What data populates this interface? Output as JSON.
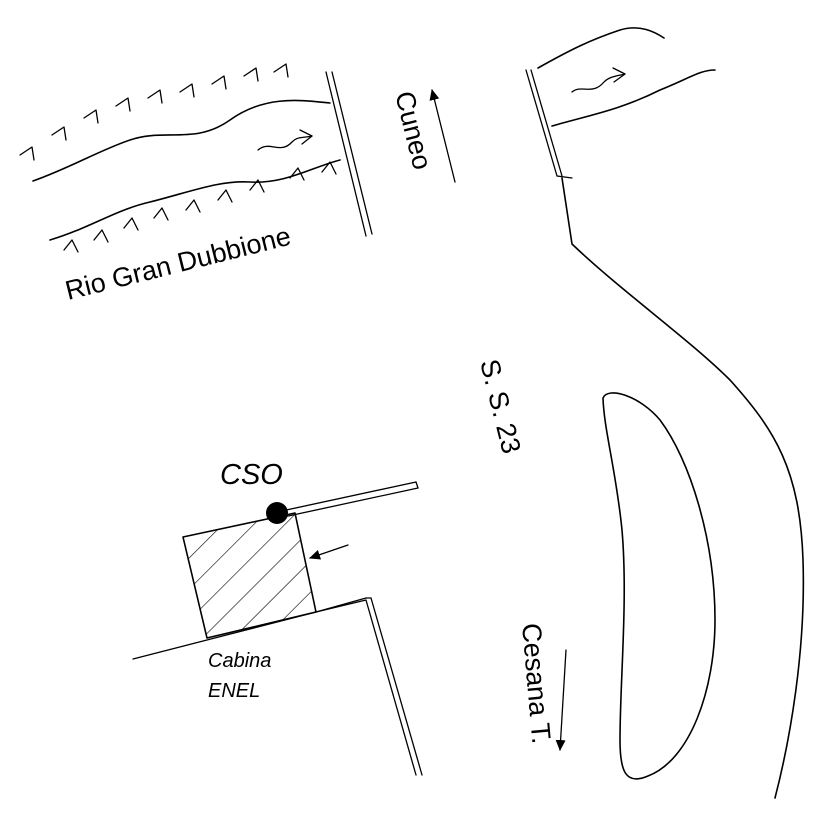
{
  "labels": {
    "river": "Rio Gran Dubbione",
    "road": "S. S. 23",
    "north_direction": "Cuneo",
    "south_direction": "Cesana T.",
    "cso": "CSO",
    "cabin_line1": "Cabina",
    "cabin_line2": "ENEL"
  },
  "colors": {
    "ink": "#000000",
    "background": "#ffffff"
  },
  "icons": {
    "cso_marker": "filled-circle",
    "flow_arrow": "squiggly-arrow",
    "direction_arrow": "straight-arrow"
  }
}
